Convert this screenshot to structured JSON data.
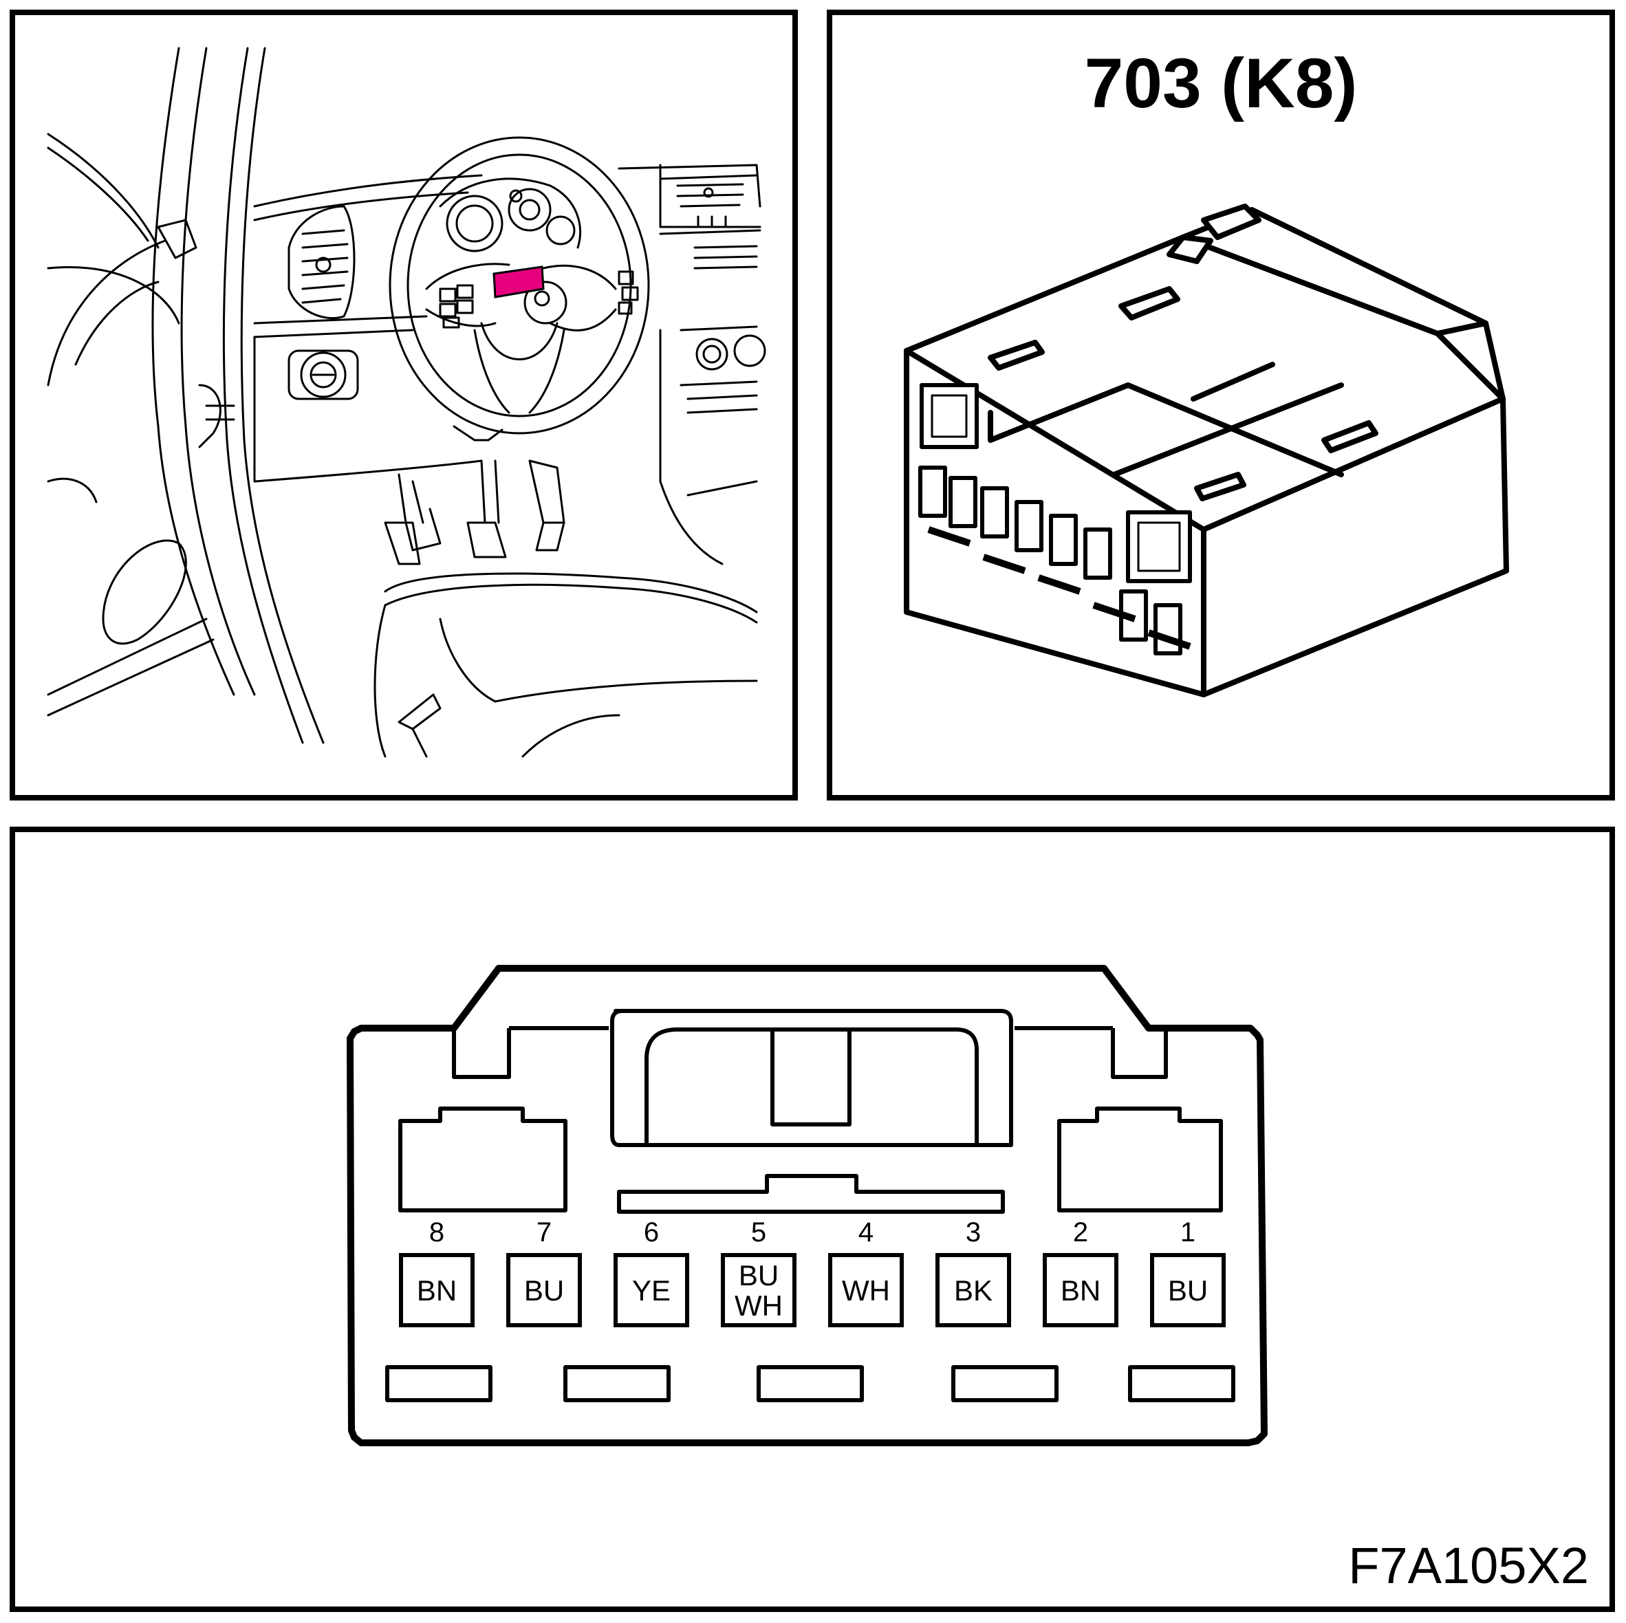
{
  "connector": {
    "title": "703 (K8)",
    "figure_id": "F7A105X2",
    "highlight_color": "#e6007e",
    "pins": [
      {
        "number": "8",
        "color": [
          "BN"
        ]
      },
      {
        "number": "7",
        "color": [
          "BU"
        ]
      },
      {
        "number": "6",
        "color": [
          "YE"
        ]
      },
      {
        "number": "5",
        "color": [
          "BU",
          "WH"
        ]
      },
      {
        "number": "4",
        "color": [
          "WH"
        ]
      },
      {
        "number": "3",
        "color": [
          "BK"
        ]
      },
      {
        "number": "2",
        "color": [
          "BN"
        ]
      },
      {
        "number": "1",
        "color": [
          "BU"
        ]
      }
    ]
  }
}
